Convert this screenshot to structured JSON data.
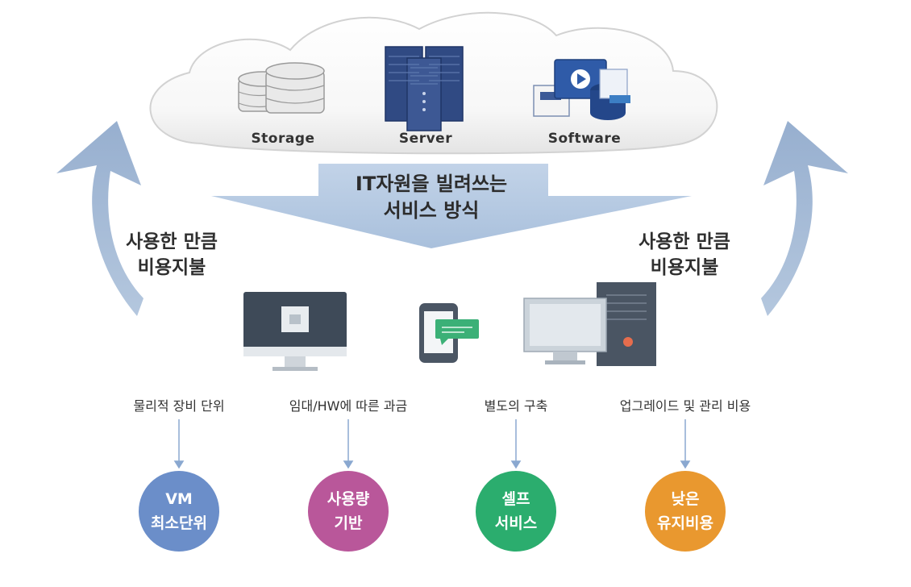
{
  "cloud": {
    "items": [
      {
        "label": "Storage",
        "icon": "database-storage-icon"
      },
      {
        "label": "Server",
        "icon": "server-rack-icon"
      },
      {
        "label": "Software",
        "icon": "software-documents-icon"
      }
    ]
  },
  "funnel": {
    "line1": "IT자원을 빌려쓰는",
    "line2": "서비스 방식"
  },
  "left_side": {
    "line1": "사용한 만큼",
    "line2": "비용지불"
  },
  "right_side": {
    "line1": "사용한 만큼",
    "line2": "비용지불"
  },
  "devices": [
    "monitor-icon",
    "smartphone-chat-icon",
    "desktop-pc-icon"
  ],
  "items": [
    {
      "label": "물리적 장비 단위",
      "circle": [
        "VM",
        "최소단위"
      ],
      "color": "#6b8ec9"
    },
    {
      "label": "임대/HW에 따른 과금",
      "circle": [
        "사용량",
        "기반"
      ],
      "color": "#b9579a"
    },
    {
      "label": "별도의 구축",
      "circle": [
        "셀프",
        "서비스"
      ],
      "color": "#2bad6e"
    },
    {
      "label": "업그레이드 및 관리 비용",
      "circle": [
        "낮은",
        "유지비용"
      ],
      "color": "#e9982f"
    }
  ],
  "colors": {
    "arrow": "#9fb5d1",
    "cloud_stroke": "#cfcfcf",
    "connector": "#8aa8d0"
  }
}
